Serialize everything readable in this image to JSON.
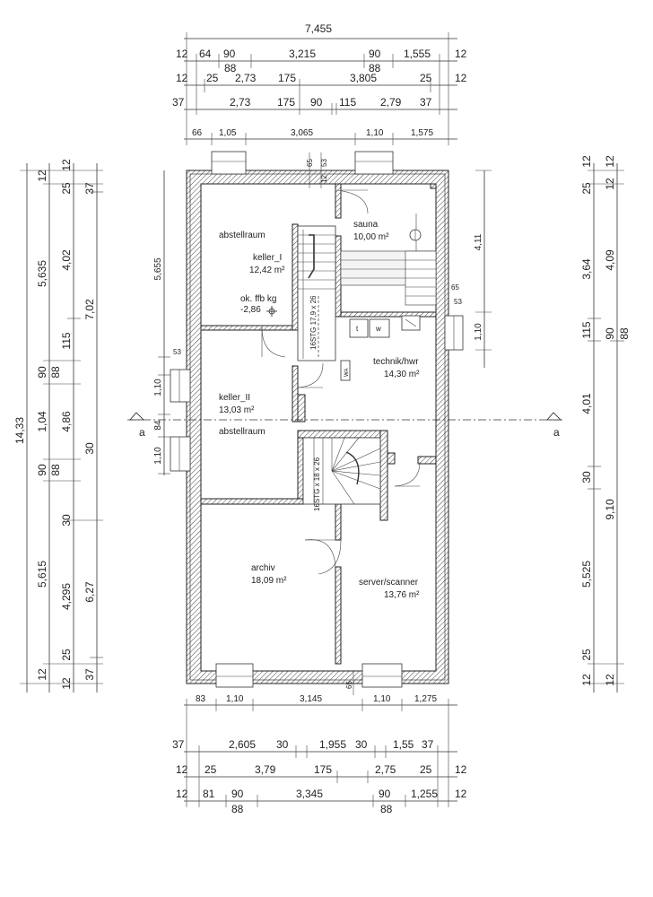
{
  "top_dims": {
    "overall": "7,455",
    "row1": [
      "12",
      "64",
      "90",
      "3,215",
      "90",
      "1,555",
      "12"
    ],
    "row1_under": [
      "88",
      "88"
    ],
    "row2": [
      "12",
      "25",
      "2,73",
      "175",
      "3,805",
      "25",
      "12"
    ],
    "row3": [
      "37",
      "2,73",
      "175",
      "90",
      "115",
      "2,79",
      "37"
    ],
    "row4": [
      "66",
      "1,05",
      "3,065",
      "1,10",
      "1,575"
    ]
  },
  "bottom_dims": {
    "row1": [
      "83",
      "1,10",
      "3,145",
      "1,10",
      "1,275"
    ],
    "row2": [
      "37",
      "2,605",
      "30",
      "1,955",
      "30",
      "1,55",
      "37"
    ],
    "row3": [
      "12",
      "25",
      "3,79",
      "175",
      "2,75",
      "25",
      "12"
    ],
    "row4": [
      "12",
      "81",
      "90",
      "3,345",
      "90",
      "1,255",
      "12"
    ],
    "row4_under": [
      "88",
      "88"
    ]
  },
  "left_dims": {
    "overall": "14,33",
    "col2": [
      "12",
      "5,635",
      "90",
      "1,04",
      "90",
      "5,615",
      "12"
    ],
    "col3": [
      "25",
      "4,02",
      "115",
      "88",
      "4,86",
      "88",
      "30",
      "4,295",
      "25"
    ],
    "col4": [
      "12",
      "37",
      "7,02",
      "30",
      "6,27",
      "37",
      "12"
    ],
    "inner": [
      "5,655",
      "1,10",
      "84",
      "1,10"
    ],
    "inner_small": [
      "53"
    ],
    "markers": [
      "65",
      "53",
      "12"
    ]
  },
  "right_dims": {
    "col1": [
      "12",
      "25",
      "3,64",
      "115",
      "4,01",
      "30",
      "5,525",
      "25",
      "12"
    ],
    "col2": [
      "12",
      "12",
      "4,09",
      "90",
      "88",
      "9,10",
      "12"
    ],
    "inner": [
      "4,11",
      "1,10",
      "65",
      "53",
      "12"
    ]
  },
  "rooms": [
    {
      "name": "abstellraum",
      "area": ""
    },
    {
      "name": "keller_I",
      "area": "12,42 m²"
    },
    {
      "name": "ok. ffb kg",
      "area": "-2,86"
    },
    {
      "name": "sauna",
      "area": "10,00 m²"
    },
    {
      "name": "technik/hwr",
      "area": "14,30 m²"
    },
    {
      "name": "keller_II",
      "area": "13,03 m²"
    },
    {
      "name": "abstellraum",
      "area": ""
    },
    {
      "name": "archiv",
      "area": "18,09 m²"
    },
    {
      "name": "server/scanner",
      "area": "13,76 m²"
    }
  ],
  "section_label": "a",
  "stairs": [
    "16STG 17,9 x 26",
    "16STG x 18 x 26"
  ],
  "fixtures": {
    "t": "t",
    "w": "w",
    "wa": "WA"
  },
  "bottom_marker": "65"
}
